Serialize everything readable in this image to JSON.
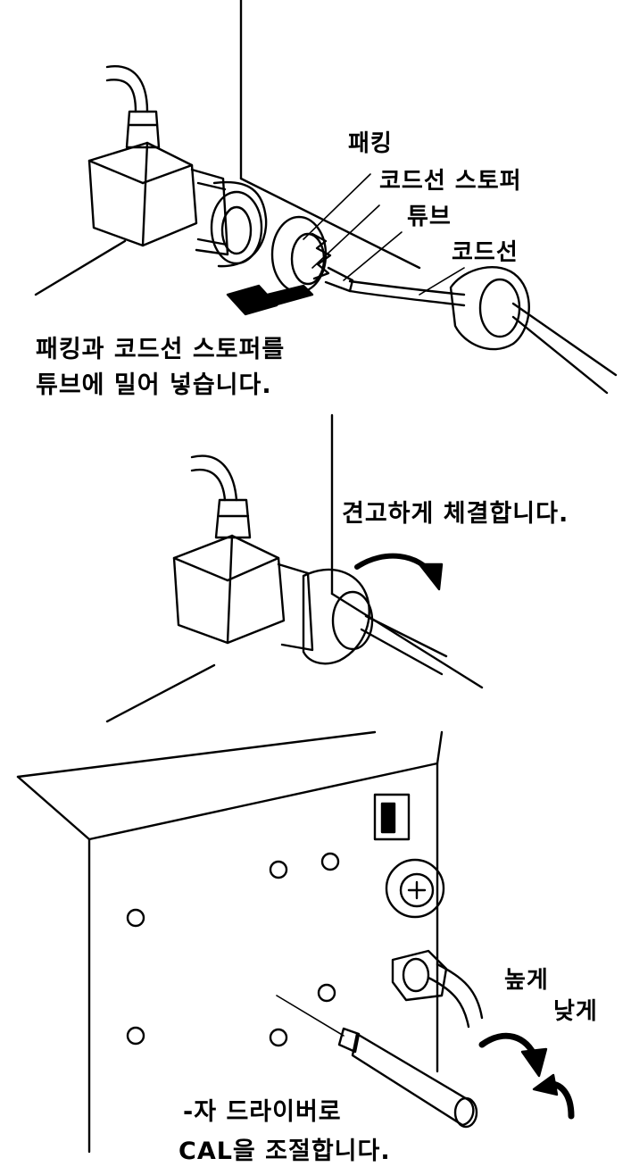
{
  "step1": {
    "label_packing": "패킹",
    "label_cord_stopper": "코드선 스토퍼",
    "label_tube": "튜브",
    "label_cord": "코드선",
    "instruction_line1": "패킹과 코드선 스토퍼를",
    "instruction_line2": "튜브에 밀어 넣습니다."
  },
  "step2": {
    "instruction": "견고하게 체결합니다."
  },
  "step3": {
    "label_higher": "높게",
    "label_lower": "낮게",
    "instruction_line1": "-자 드라이버로",
    "instruction_line2": "CAL을 조절합니다."
  }
}
